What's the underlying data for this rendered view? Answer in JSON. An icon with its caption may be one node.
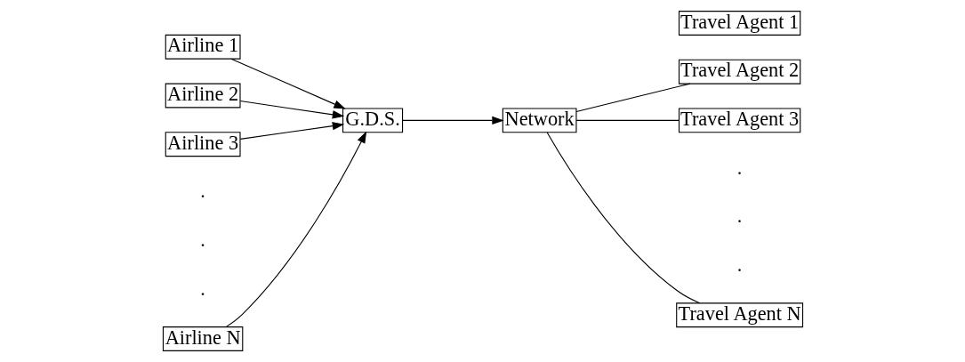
{
  "diagram": {
    "nodes": [
      {
        "text": [
          "Airline 1"
        ]
      },
      {
        "text": [
          "Airline 2"
        ]
      },
      {
        "text": [
          "Airline 3"
        ]
      },
      {
        "text": [
          "Airline N"
        ]
      },
      {
        "text": [
          "G.D.S."
        ]
      },
      {
        "text": [
          "Network"
        ]
      },
      {
        "text": [
          "Travel Agent 1"
        ]
      },
      {
        "text": [
          "Travel Agent 2"
        ]
      },
      {
        "text": [
          "Travel Agent 3"
        ]
      },
      {
        "text": [
          "Travel Agent N"
        ]
      }
    ],
    "edges": [
      {
        "from": 0,
        "to": 4,
        "arrow": "to"
      },
      {
        "from": 1,
        "to": 4,
        "arrow": "to"
      },
      {
        "from": 2,
        "to": 4,
        "arrow": "to"
      },
      {
        "from": 3,
        "to": 4,
        "arrow": "to"
      },
      {
        "from": 4,
        "to": 5,
        "arrow": "to"
      },
      {
        "from": 5,
        "to": 7,
        "arrow": "none"
      },
      {
        "from": 5,
        "to": 8,
        "arrow": "none"
      },
      {
        "from": 5,
        "to": 9,
        "arrow": "none"
      }
    ],
    "labels": [
      ".",
      ".",
      ".",
      ".",
      ".",
      "."
    ]
  }
}
